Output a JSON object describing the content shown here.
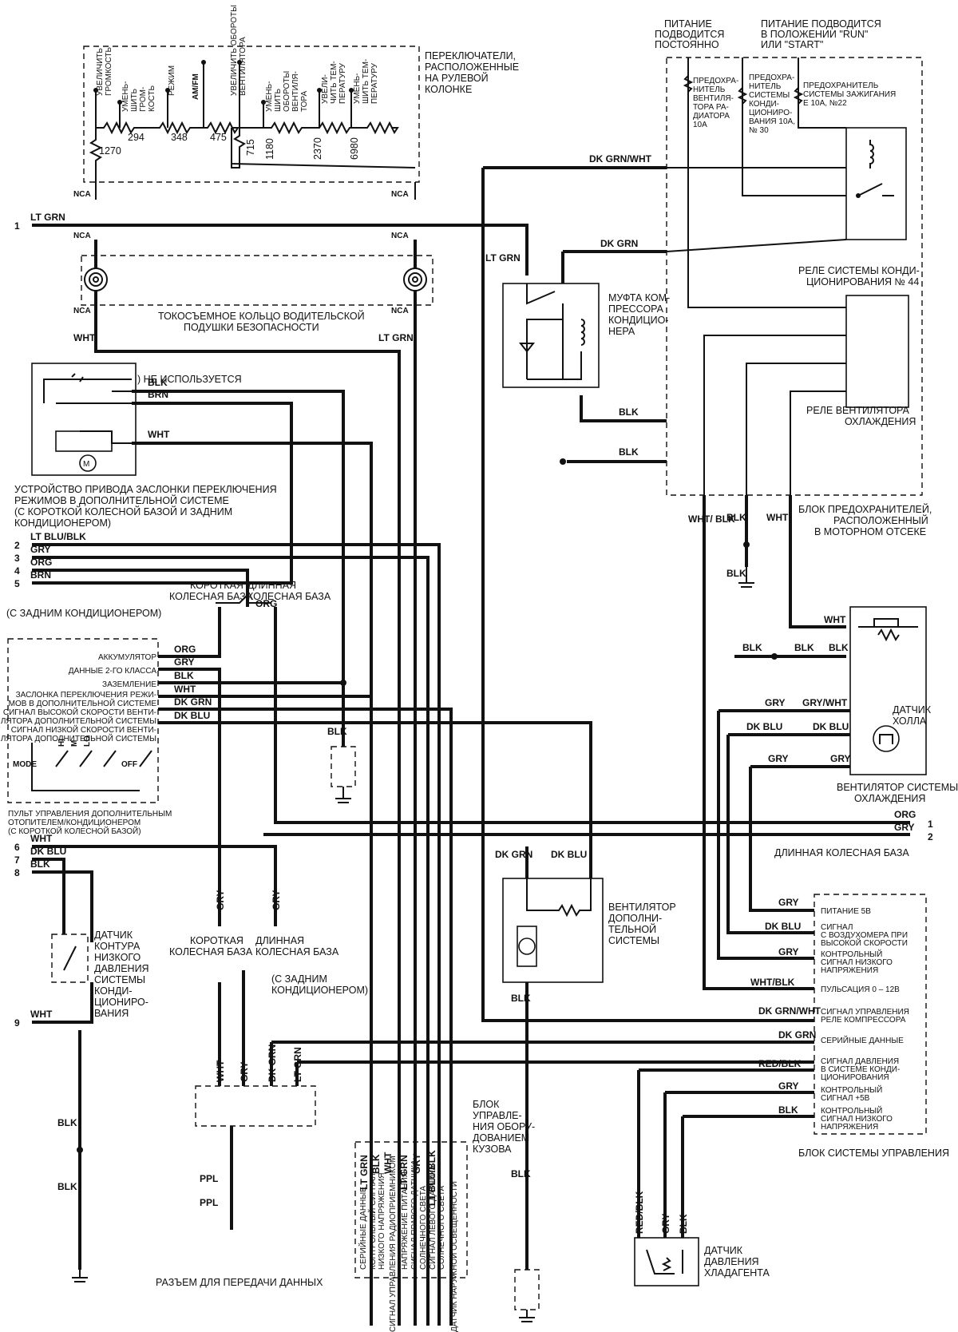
{
  "colors": {
    "ink": "#111111",
    "paper": "#ffffff"
  },
  "captions": {
    "steering_switches": [
      "ПЕРЕКЛЮЧАТЕЛИ,",
      "РАСПОЛОЖЕННЫЕ",
      "НА РУЛЕВОЙ",
      "КОЛОНКЕ"
    ],
    "airbag_ring": [
      "ТОКОСЪЕМНОЕ КОЛЬЦО ВОДИТЕЛЬСКОЙ",
      "ПОДУШКИ БЕЗОПАСНОСТИ"
    ],
    "power_constant": [
      "ПИТАНИЕ",
      "ПОДВОДИТСЯ",
      "ПОСТОЯННО"
    ],
    "power_run": [
      "ПИТАНИЕ ПОДВОДИТСЯ",
      "В ПОЛОЖЕНИИ \"RUN\"",
      "ИЛИ \"START\""
    ],
    "fuse_radiator": [
      "ПРЕДОХРА-",
      "НИТЕЛЬ",
      "ВЕНТИЛЯ-",
      "ТОРА РА-",
      "ДИАТОРА",
      "10А"
    ],
    "fuse_ac": [
      "ПРЕДОХРА-",
      "НИТЕЛЬ",
      "СИСТЕМЫ",
      "КОНДИ-",
      "ЦИОНИРО-",
      "ВАНИЯ 10А,",
      "№ 30"
    ],
    "fuse_ignition": [
      "ПРЕДОХРАНИТЕЛЬ",
      "СИСТЕМЫ ЗАЖИГАНИЯ",
      "Е 10А, №22"
    ],
    "ac_relay": [
      "РЕЛЕ СИСТЕМЫ КОНДИ-",
      "ЦИОНИРОВАНИЯ № 44"
    ],
    "compressor_clutch": [
      "МУФТА КОМ-",
      "ПРЕССОРА",
      "КОНДИЦИО-",
      "НЕРА"
    ],
    "fan_relay": [
      "РЕЛЕ ВЕНТИЛЯТОРА",
      "ОХЛАЖДЕНИЯ"
    ],
    "fuse_block": [
      "БЛОК ПРЕДОХРАНИТЕЛЕЙ,",
      "РАСПОЛОЖЕННЫЙ",
      "В МОТОРНОМ ОТСЕКЕ"
    ],
    "not_used": ") НЕ ИСПОЛЬЗУЕТСЯ",
    "mode_actuator": [
      "УСТРОЙСТВО ПРИВОДА ЗАСЛОНКИ ПЕРЕКЛЮЧЕНИЯ",
      "РЕЖИМОВ В ДОПОЛНИТЕЛЬНОЙ СИСТЕМЕ",
      "(С КОРОТКОЙ КОЛЕСНОЙ БАЗОЙ И ЗАДНИМ",
      "КОНДИЦИОНЕРОМ)"
    ],
    "short_wb_1": [
      "КОРОТКАЯ",
      "КОЛЕСНАЯ БАЗА"
    ],
    "long_wb_1": [
      "ДЛИННАЯ",
      "КОЛЕСНАЯ БАЗА"
    ],
    "with_rear_ac_1": "(С ЗАДНИМ КОНДИЦИОНЕРОМ)",
    "hall_sensor": [
      "ДАТЧИК",
      "ХОЛЛА"
    ],
    "cooling_fan": [
      "ВЕНТИЛЯТОР СИСТЕМЫ",
      "ОХЛАЖДЕНИЯ"
    ],
    "aux_panel": [
      "ПУЛЬТ УПРАВЛЕНИЯ ДОПОЛНИТЕЛЬНЫМ",
      "ОТОПИТЕЛЕМ/КОНДИЦИОНЕРОМ",
      "(С КОРОТКОЙ КОЛЕСНОЙ БАЗОЙ)"
    ],
    "long_wb_2": "ДЛИННАЯ КОЛЕСНАЯ БАЗА",
    "aux_fan": [
      "ВЕНТИЛЯТОР",
      "ДОПОЛНИ-",
      "ТЕЛЬНОЙ",
      "СИСТЕМЫ"
    ],
    "low_pressure": [
      "ДАТЧИК",
      "КОНТУРА",
      "НИЗКОГО",
      "ДАВЛЕНИЯ",
      "СИСТЕМЫ",
      "КОНДИ-",
      "ЦИОНИРО-",
      "ВАНИЯ"
    ],
    "short_wb_2": [
      "КОРОТКАЯ",
      "КОЛЕСНАЯ БАЗА"
    ],
    "long_wb_3": [
      "ДЛИННАЯ",
      "КОЛЕСНАЯ БАЗА"
    ],
    "with_rear_ac_2": [
      "(С ЗАДНИМ",
      "КОНДИЦИОНЕРОМ)"
    ],
    "bcm": [
      "БЛОК",
      "УПРАВЛЕ-",
      "НИЯ ОБОРУ-",
      "ДОВАНИЕМ",
      "КУЗОВА"
    ],
    "data_link": "РАЗЪЕМ ДЛЯ ПЕРЕДАЧИ ДАННЫХ",
    "pcm": "БЛОК СИСТЕМЫ УПРАВЛЕНИЯ",
    "refrigerant_sensor": [
      "ДАТЧИК",
      "ДАВЛЕНИЯ",
      "ХЛАДАГЕНТА"
    ]
  },
  "steering_switch_labels": [
    [
      "УВЕЛИЧИТЬ",
      "ГРОМКОСТЬ"
    ],
    [
      "УМЕНЬ-",
      "ШИТЬ",
      "ГРОМ-",
      "КОСТЬ"
    ],
    [
      "РЕЖИМ"
    ],
    [
      "AM/FM"
    ],
    [
      "УВЕЛИЧИТЬ ОБОРОТЫ",
      "ВЕНТИЛЯТОРА"
    ],
    [
      "УМЕНЬ-",
      "ШИТЬ",
      "ОБОРОТЫ",
      "ВЕНТИЛЯ-",
      "ТОРА"
    ],
    [
      "УВЕЛИ-",
      "ЧИТЬ ТЕМ-",
      "ПЕРАТУРУ"
    ],
    [
      "УМЕНЬ-",
      "ШИТЬ ТЕМ-",
      "ПЕРАТУРУ"
    ]
  ],
  "resistors": [
    "1270",
    "294",
    "348",
    "475",
    "715",
    "1180",
    "2370",
    "6980"
  ],
  "connector_labels": {
    "nca": "NCA"
  },
  "wire_colors": {
    "lt_grn": "LT GRN",
    "wht": "WHT",
    "blk": "BLK",
    "brn": "BRN",
    "gry": "GRY",
    "org": "ORG",
    "dk_grn": "DK GRN",
    "dk_blu": "DK BLU",
    "ppl": "PPL",
    "lt_blu_blk": "LT BLU/BLK",
    "dk_grn_wht": "DK GRN/WHT",
    "wht_blk_slash": "WHT/ BLK",
    "gry_wht": "GRY/WHT",
    "wht_blk": "WHT/BLK",
    "red_blk": "RED/BLK",
    "lt_blu_blk_v": "LT BLU/BLK"
  },
  "pins": [
    "1",
    "2",
    "3",
    "4",
    "5",
    "6",
    "7",
    "8",
    "9"
  ],
  "aux_panel_pins": [
    "АККУМУЛЯТОР",
    "ДАННЫЕ 2-ГО КЛАССА",
    "ЗАЗЕМЛЕНИЕ",
    "ЗАСЛОНКА ПЕРЕКЛЮЧЕНИЯ РЕЖИ-",
    "МОВ В ДОПОЛНИТЕЛЬНОЙ СИСТЕМЕ",
    "СИГНАЛ ВЫСОКОЙ СКОРОСТИ ВЕНТИ-",
    "ЛЯТОРА ДОПОЛНИТЕЛЬНОЙ СИСТЕМЫ",
    "СИГНАЛ НИЗКОЙ СКОРОСТИ ВЕНТИ-",
    "ЛЯТОРА ДОПОЛНИТЕЛЬНОЙ СИСТЕМЫ"
  ],
  "aux_panel_switches": {
    "mode": "MODE",
    "hi": "HI",
    "m": "M",
    "lo": "LO",
    "off": "OFF"
  },
  "bcm_pins": [
    "СЕРИЙНЫЕ ДАННЫЕ",
    "КОНТРОЛЬНЫЙ СИГНАЛ",
    "НИЗКОГО НАПРЯЖЕНИЯ",
    "СИГНАЛ УПРАВЛЕНИЯ РАДИОПРИЕМНИКОМ",
    "НАПРЯЖЕНИЕ ПИТАНИЯ",
    "СИГНАЛ ПРАВОГО ДАТЧИКА",
    "СОЛНЕЧНОГО СВЕТА",
    "СИГНАЛ ЛЕВОГО ДАТЧИКА",
    "СОЛНЕЧНОГО СВЕТА",
    "ДАТЧИК НАРУЖНОЙ ОСВЕЩЕННОСТИ"
  ],
  "pcm_pins": [
    [
      "ПИТАНИЕ 5В"
    ],
    [
      "СИГНАЛ",
      "С ВОЗДУХОМЕРА ПРИ",
      "ВЫСОКОЙ СКОРОСТИ"
    ],
    [
      "КОНТРОЛЬНЫЙ",
      "СИГНАЛ НИЗКОГО",
      "НАПРЯЖЕНИЯ"
    ],
    [
      "ПУЛЬСАЦИЯ 0 – 12В"
    ],
    [
      "СИГНАЛ УПРАВЛЕНИЯ",
      "РЕЛЕ КОМПРЕССОРА"
    ],
    [
      "СЕРИЙНЫЕ ДАННЫЕ"
    ],
    [
      "СИГНАЛ ДАВЛЕНИЯ",
      "В СИСТЕМЕ КОНДИ-",
      "ЦИОНИРОВАНИЯ"
    ],
    [
      "КОНТРОЛЬНЫЙ",
      "СИГНАЛ +5В"
    ],
    [
      "КОНТРОЛЬНЫЙ",
      "СИГНАЛ НИЗКОГО",
      "НАПРЯЖЕНИЯ"
    ]
  ]
}
